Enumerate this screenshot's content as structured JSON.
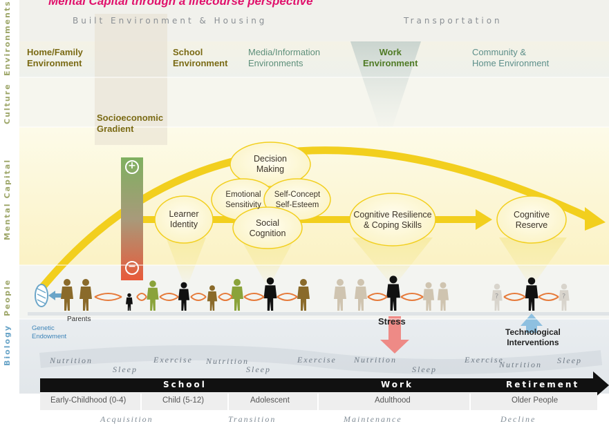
{
  "header": {
    "title_partial": "Mental Capital through a lifecourse perspective",
    "built_env": "Built Environment & Housing",
    "transportation": "Transportation"
  },
  "environments": [
    {
      "label": "Home/Family\nEnvironment",
      "color": "#7a6a14"
    },
    {
      "label": "School\nEnvironment",
      "color": "#7a6a14"
    },
    {
      "label": "Media/Information\nEnvironments",
      "color": "#5d8f7a"
    },
    {
      "label": "Work\nEnvironment",
      "color": "#4f7a24"
    },
    {
      "label": "Community &\nHome Environment",
      "color": "#5d8f8a"
    }
  ],
  "side_labels": {
    "environments": "Environments",
    "culture": "Culture",
    "mental_capital": "Mental Capital",
    "people": "People",
    "biology": "Biology"
  },
  "socioeconomic": "Socioeconomic\nGradient",
  "plus_sign": "+",
  "minus_sign": "−",
  "bubbles": {
    "learner_identity": "Learner\nIdentity",
    "decision_making": "Decision\nMaking",
    "emotional_sensitivity": "Emotional\nSensitivity",
    "self_concept": "Self-Concept\nSelf-Esteem",
    "social_cognition": "Social\nCognition",
    "cognitive_resilience": "Cognitive Resilience\n& Coping Skills",
    "cognitive_reserve": "Cognitive\nReserve"
  },
  "people_labels": {
    "parents": "Parents",
    "genetic": "Genetic\nEndowment",
    "stress": "Stress",
    "tech": "Technological\nInterventions",
    "unknown": "?"
  },
  "biology_words": [
    "Nutrition",
    "Sleep",
    "Exercise",
    "Nutrition",
    "Sleep",
    "Exercise",
    "Nutrition",
    "Sleep",
    "Exercise",
    "Nutrition",
    "Sleep"
  ],
  "timeline": {
    "school": "School",
    "work": "Work",
    "retirement": "Retirement"
  },
  "stages": [
    "Early-Childhood (0-4)",
    "Child (5-12)",
    "Adolescent",
    "Adulthood",
    "Older People"
  ],
  "activities": [
    "Acquisition",
    "Transition",
    "Maintenance",
    "Decline"
  ],
  "colors": {
    "accent_yellow": "#f2cf1e",
    "title_pink": "#e0116b",
    "timeline_black": "#111111",
    "stress_pink": "#ee8a86",
    "tech_blue": "#8ec0e0"
  }
}
